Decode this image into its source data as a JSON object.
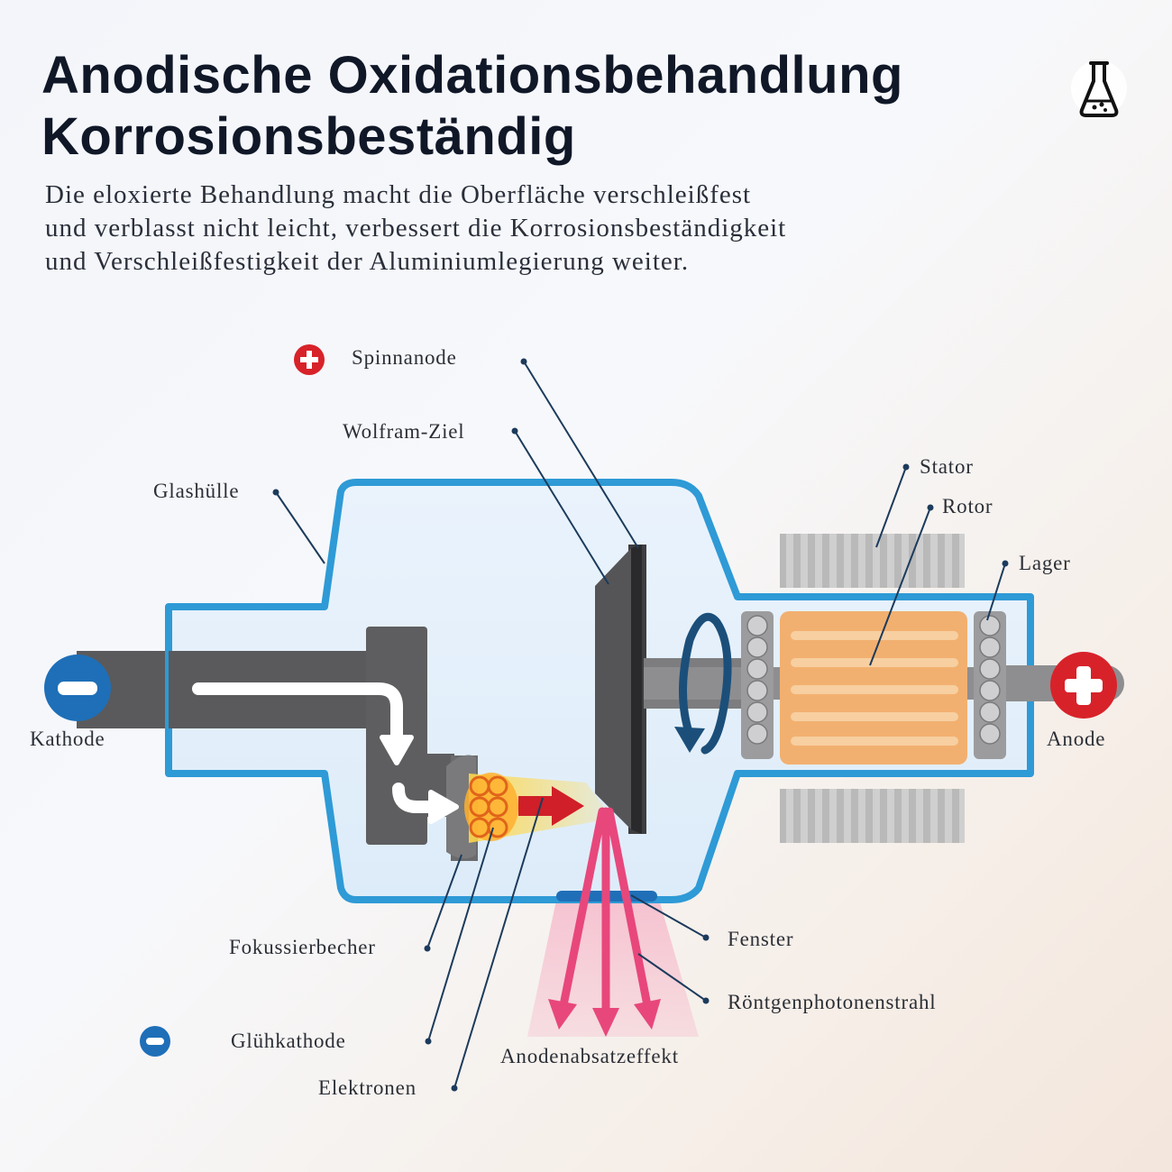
{
  "header": {
    "title_line1": "Anodische Oxidationsbehandlung",
    "title_line2": "Korrosionsbeständig",
    "description": [
      "Die eloxierte Behandlung macht die Oberfläche verschleißfest",
      "und verblasst nicht leicht, verbessert die Korrosionsbeständigkeit",
      "und Verschleißfestigkeit der Aluminiumlegierung weiter."
    ],
    "icon": "flask-icon"
  },
  "diagram": {
    "labels": {
      "spinnanode": "Spinnanode",
      "wolfram_ziel": "Wolfram-Ziel",
      "glashuelle": "Glashülle",
      "stator": "Stator",
      "rotor": "Rotor",
      "lager": "Lager",
      "kathode": "Kathode",
      "anode": "Anode",
      "fokussierbecher": "Fokussierbecher",
      "fenster": "Fenster",
      "roentgen": "Röntgenphotonenstrahl",
      "gluehkathode": "Glühkathode",
      "anodenabsatz": "Anodenabsatzeffekt",
      "elektronen": "Elektronen"
    },
    "icons": [
      "minus-icon",
      "plus-icon",
      "rotation-arrow-icon",
      "flow-arrow-icon",
      "xray-beam-icon"
    ],
    "colors": {
      "glass": "#2e9ad6",
      "negative": "#1e6fb8",
      "positive": "#d8222a",
      "rotor": "#f2b070",
      "beam": "#e8477c",
      "electron_arrow": "#d01f28"
    }
  }
}
